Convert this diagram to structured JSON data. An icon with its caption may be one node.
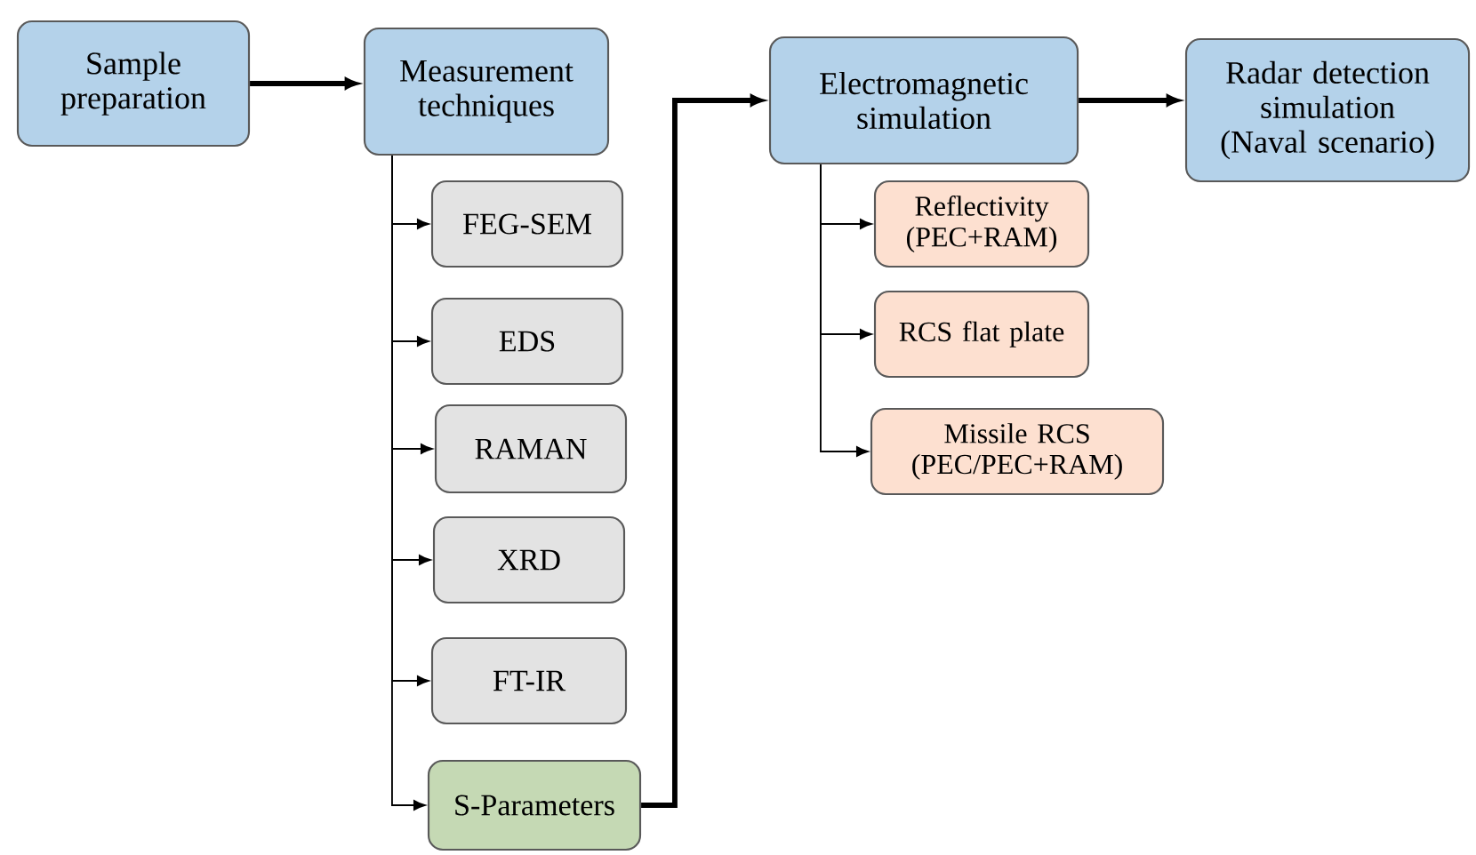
{
  "diagram": {
    "nodes": [
      {
        "text": [
          "Sample preparation"
        ]
      },
      {
        "text": [
          "Measurement techniques"
        ]
      },
      {
        "text": [
          "FEG-SEM"
        ]
      },
      {
        "text": [
          "EDS"
        ]
      },
      {
        "text": [
          "RAMAN"
        ]
      },
      {
        "text": [
          "XRD"
        ]
      },
      {
        "text": [
          "FT-IR"
        ]
      },
      {
        "text": [
          "S-Parameters"
        ]
      },
      {
        "text": [
          "Electromagnetic simulation"
        ]
      },
      {
        "text": [
          "Radar detection simulation (Naval scenario)"
        ]
      },
      {
        "text": [
          "Reflectivity (PEC+RAM)"
        ]
      },
      {
        "text": [
          "RCS flat plate"
        ]
      },
      {
        "text": [
          "Missile RCS (PEC/PEC+RAM)"
        ]
      }
    ],
    "edges": [
      {
        "from": 0,
        "to": 1,
        "arrow": "to",
        "style": "thick"
      },
      {
        "from": 1,
        "to": 2,
        "arrow": "to"
      },
      {
        "from": 1,
        "to": 3,
        "arrow": "to"
      },
      {
        "from": 1,
        "to": 4,
        "arrow": "to"
      },
      {
        "from": 1,
        "to": 5,
        "arrow": "to"
      },
      {
        "from": 1,
        "to": 6,
        "arrow": "to"
      },
      {
        "from": 1,
        "to": 7,
        "arrow": "to"
      },
      {
        "from": 7,
        "to": 8,
        "arrow": "to",
        "style": "thick"
      },
      {
        "from": 8,
        "to": 9,
        "arrow": "to",
        "style": "thick"
      },
      {
        "from": 8,
        "to": 10,
        "arrow": "to"
      },
      {
        "from": 8,
        "to": 11,
        "arrow": "to"
      },
      {
        "from": 8,
        "to": 12,
        "arrow": "to"
      }
    ]
  }
}
